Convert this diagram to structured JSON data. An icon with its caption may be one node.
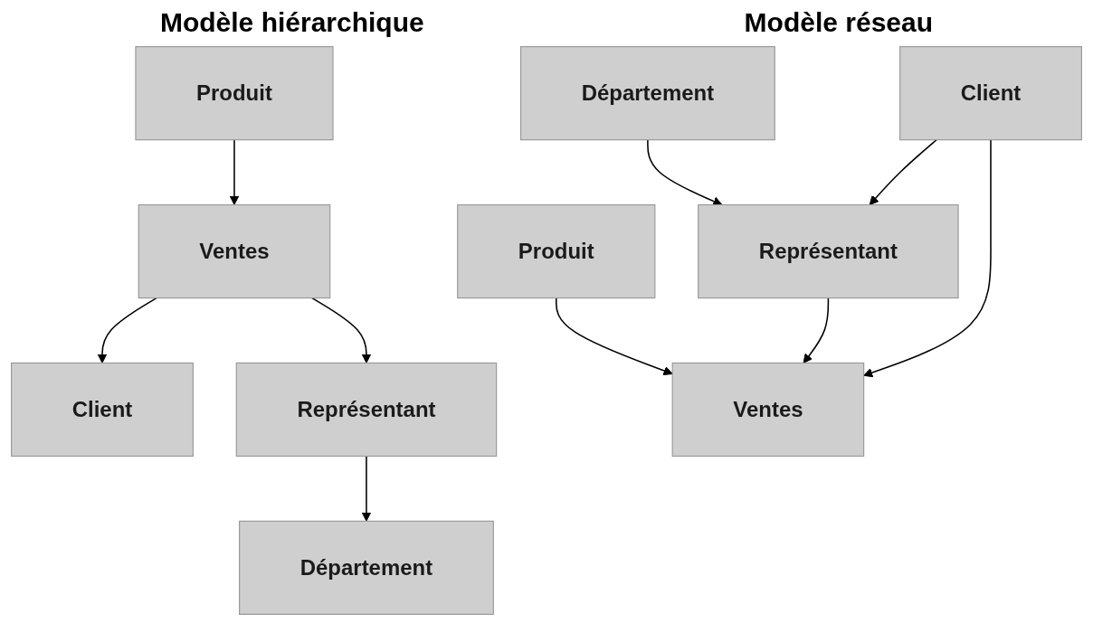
{
  "diagram": {
    "nodes": [
      {
        "text": [
          "Produit"
        ]
      },
      {
        "text": [
          "Ventes"
        ]
      },
      {
        "text": [
          "Client"
        ]
      },
      {
        "text": [
          "Représentant"
        ]
      },
      {
        "text": [
          "Département"
        ]
      },
      {
        "text": [
          "Produit"
        ]
      },
      {
        "text": [
          "Département"
        ]
      },
      {
        "text": [
          "Ventes"
        ]
      },
      {
        "text": [
          "Représentant"
        ]
      },
      {
        "text": [
          "Client"
        ]
      }
    ],
    "edges": [
      {
        "from": 0,
        "to": 1,
        "arrow": "to"
      },
      {
        "from": 1,
        "to": 2,
        "arrow": "to"
      },
      {
        "from": 1,
        "to": 3,
        "arrow": "to"
      },
      {
        "from": 3,
        "to": 4,
        "arrow": "to"
      },
      {
        "from": 5,
        "to": 7,
        "arrow": "to"
      },
      {
        "from": 6,
        "to": 8,
        "arrow": "to"
      },
      {
        "from": 8,
        "to": 7,
        "arrow": "to"
      },
      {
        "from": 9,
        "to": 7,
        "arrow": "to"
      },
      {
        "from": 9,
        "to": 8,
        "arrow": "to"
      }
    ],
    "labels": [
      "Modèle hiérarchique",
      "Modèle réseau"
    ]
  }
}
